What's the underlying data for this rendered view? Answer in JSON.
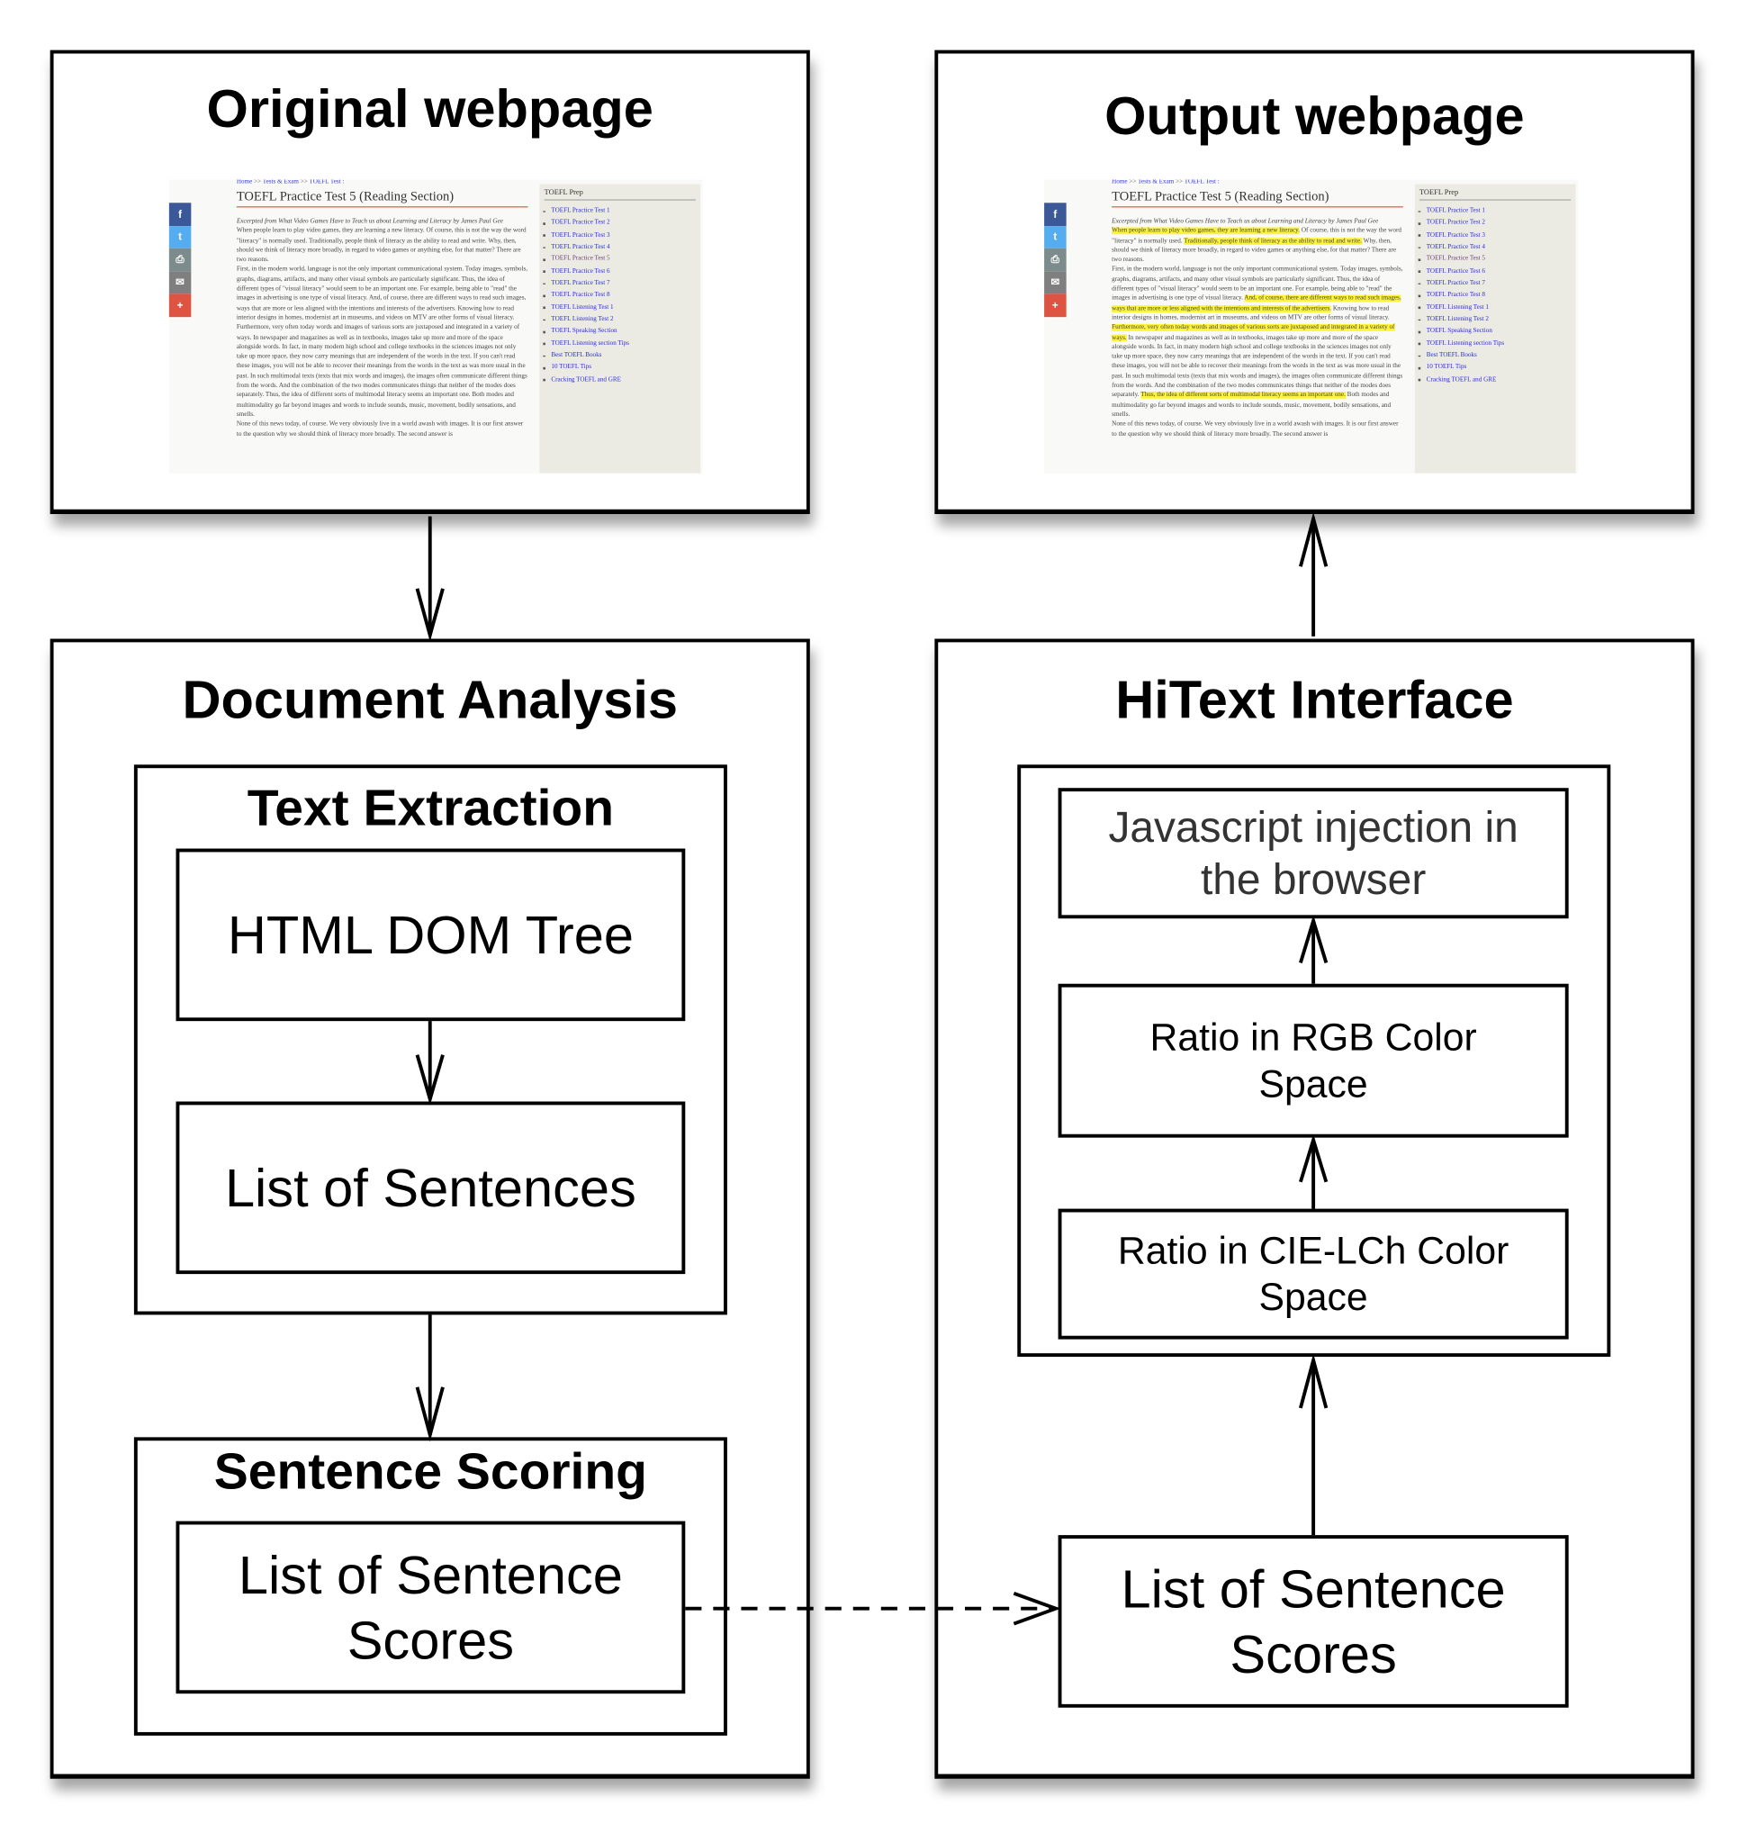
{
  "panels": {
    "original": {
      "title": "Original webpage"
    },
    "output": {
      "title": "Output webpage"
    },
    "document_analysis": {
      "title": "Document Analysis",
      "text_extraction": {
        "title": "Text Extraction",
        "steps": [
          "HTML DOM Tree",
          "List of Sentences"
        ]
      },
      "sentence_scoring": {
        "title": "Sentence Scoring",
        "output": "List of Sentence Scores"
      }
    },
    "hitext_interface": {
      "title": "HiText Interface",
      "steps": [
        "Javascript injection in the browser",
        "Ratio in RGB Color Space",
        "Ratio in CIE-LCh Color Space"
      ],
      "input": "List of Sentence Scores"
    }
  },
  "webpage": {
    "social_icons": [
      {
        "icon": "facebook-icon",
        "glyph": "f",
        "color": "#3b5998"
      },
      {
        "icon": "twitter-icon",
        "glyph": "t",
        "color": "#55acee"
      },
      {
        "icon": "print-icon",
        "glyph": "⎙",
        "color": "#7c8b8b"
      },
      {
        "icon": "email-icon",
        "glyph": "✉",
        "color": "#7f7f7f"
      },
      {
        "icon": "share-plus-icon",
        "glyph": "+",
        "color": "#dd5442"
      }
    ],
    "breadcrumb": [
      "Home",
      "Tests & Exam",
      "TOEFL Test :"
    ],
    "breadcrumb_separator": ">>",
    "page_title": "TOEFL Practice Test 5 (Reading Section)",
    "excerpt": "Excerpted from What Video Games Have to Teach us about Learning and Literacy by James Paul Gee",
    "paragraphs": [
      [
        {
          "text": "When people learn to play video games, they are learning a new literacy.",
          "highlight": true
        },
        {
          "text": " Of course, this is not the way the word \"literacy\" is normally used. ",
          "highlight": false
        },
        {
          "text": "Traditionally, people think of literacy as the ability to read and write.",
          "highlight": true
        },
        {
          "text": " Why, then, should we think of literacy more broadly, in regard to video games or anything else, for that matter? There are two reasons.",
          "highlight": false
        }
      ],
      [
        {
          "text": "First, in the modern world, language is not the only important communicational system. Today images, symbols, graphs, diagrams, artifacts, and many other visual symbols are particularly significant. Thus, the idea of different types of \"visual literacy\" would seem to be an important one. For example, being able to \"read\" the images in advertising is one type of visual literacy. ",
          "highlight": false
        },
        {
          "text": "And, of course, there are different ways to read such images, ways that are more or less aligned with the intentions and interests of the advertisers.",
          "highlight": true
        },
        {
          "text": " Knowing how to read interior designs in homes, modernist art in museums, and videos on MTV are other forms of visual literacy.",
          "highlight": false
        }
      ],
      [
        {
          "text": "Furthermore, very often today words and images of various sorts are juxtaposed and integrated in a variety of ways.",
          "highlight": true
        },
        {
          "text": " In newspaper and magazines as well as in textbooks, images take up more and more of the space alongside words. In fact, in many modern high school and college textbooks in the sciences images not only take up more space, they now carry meanings that are independent of the words in the text. If you can't read these images, you will not be able to recover their meanings from the words in the text as was more usual in the past. In such multimodal texts (texts that mix words and images), the images often communicate different things from the words. And the combination of the two modes communicates things that neither of the modes does separately. ",
          "highlight": false
        },
        {
          "text": "Thus, the idea of different sorts of multimodal literacy seems an important one.",
          "highlight": true
        },
        {
          "text": " Both modes and multimodality go far beyond images and words to include sounds, music, movement, bodily sensations, and smells.",
          "highlight": false
        }
      ],
      [
        {
          "text": "None of this news today, of course. We very obviously live in a world awash with images. It is our first answer to the question why we should think of literacy more broadly. The second answer is",
          "highlight": false
        }
      ]
    ],
    "sidebar_title": "TOEFL Prep",
    "sidebar_links": [
      "TOEFL Practice Test 1",
      "TOEFL Practice Test 2",
      "TOEFL Practice Test 3",
      "TOEFL Practice Test 4",
      "TOEFL Practice Test 5",
      "TOEFL Practice Test 6",
      "TOEFL Practice Test 7",
      "TOEFL Practice Test 8",
      "TOEFL Listening Test 1",
      "TOEFL Listening Test 2",
      "TOEFL Speaking Section",
      "TOEFL Listening section Tips",
      "Best TOEFL Books",
      "10 TOEFL Tips",
      "Cracking TOEFL and GRE"
    ],
    "visited_link_index": 4,
    "highlight_color": "#fcf33a"
  }
}
